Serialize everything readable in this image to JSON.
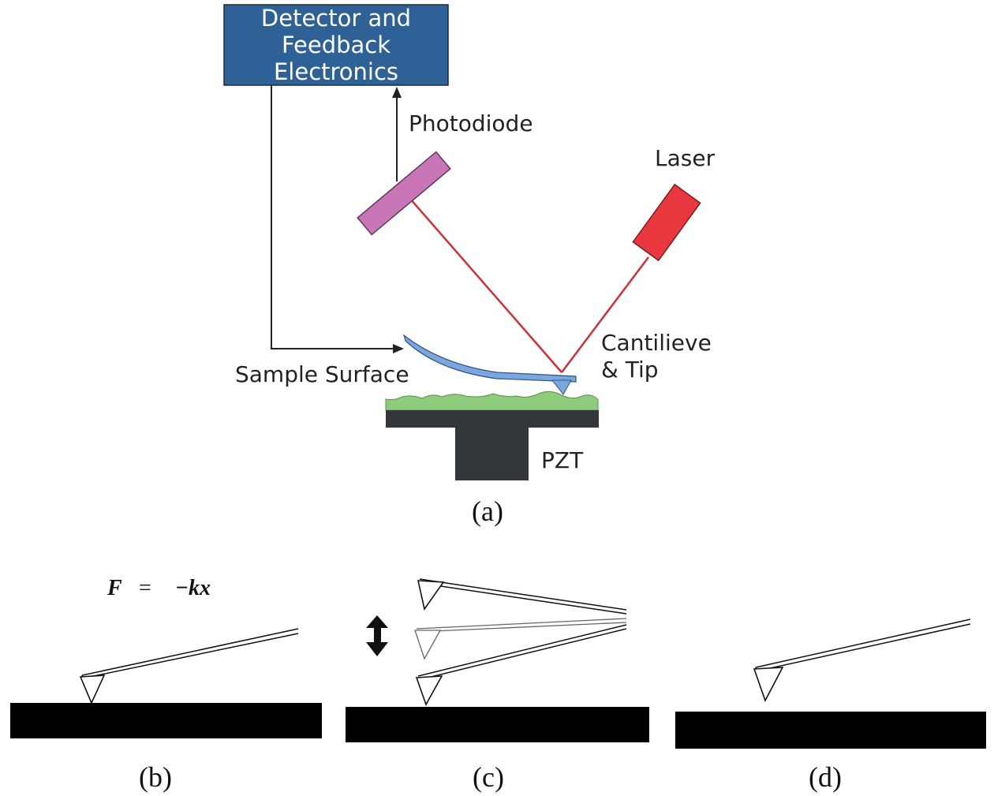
{
  "panel_a": {
    "detector_line1": "Detector and",
    "detector_line2": "Feedback",
    "detector_line3": "Electronics",
    "photodiode": "Photodiode",
    "laser": "Laser",
    "cantilever_line1": "Cantilieve",
    "cantilever_line2": "& Tip",
    "sample_surface": "Sample Surface",
    "pzt": "PZT",
    "caption": "(a)"
  },
  "panel_b": {
    "equation_F": "F",
    "equation_eq": "=",
    "equation_rhs": "−kx",
    "caption": "(b)"
  },
  "panel_c": {
    "caption": "(c)"
  },
  "panel_d": {
    "caption": "(d)"
  },
  "colors": {
    "detector_box": "#2e6196",
    "photodiode": "#c876b8",
    "laser": "#e8373f",
    "beam": "#c8323a",
    "cantilever": "#7aa7e0",
    "sample": "#8ccc7a",
    "stage": "#33363a"
  }
}
